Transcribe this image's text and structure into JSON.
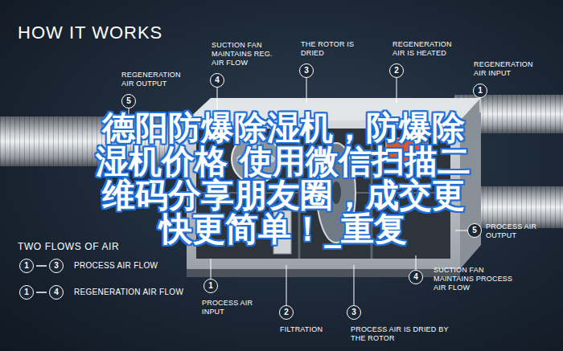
{
  "diagram": {
    "title": "HOW IT WORKS",
    "nodes": [
      {
        "text": [
          "REGENERATION AIR OUTPUT",
          "5"
        ]
      },
      {
        "text": [
          "SUCTION FAN MAINTAINS REG. AIR FLOW",
          "4"
        ]
      },
      {
        "text": [
          "THE ROTOR IS DRIED",
          "3"
        ]
      },
      {
        "text": [
          "REGENERATION AIR IS HEATED",
          "2"
        ]
      },
      {
        "text": [
          "REGENERATION AIR INPUT",
          "1"
        ]
      },
      {
        "text": [
          "5",
          "PROCESS AIR OUTPUT"
        ]
      },
      {
        "text": [
          "4",
          "SUCTION FAN MAINTAINS PROCESS AIR FLOW"
        ]
      },
      {
        "text": [
          "1",
          "PROCESS AIR INPUT"
        ]
      },
      {
        "text": [
          "2",
          "FILTRATION"
        ]
      },
      {
        "text": [
          "3",
          "PROCESS AIR IS DRIED BY THE ROTOR"
        ]
      },
      {
        "text": [
          "1"
        ]
      },
      {
        "text": [
          "3"
        ]
      },
      {
        "text": [
          "1"
        ]
      },
      {
        "text": [
          "4"
        ]
      }
    ],
    "edges": [
      {
        "from": 10,
        "to": 11,
        "arrow": "none"
      },
      {
        "from": 12,
        "to": 13,
        "arrow": "none"
      }
    ],
    "labels": [
      "TWO FLOWS OF AIR",
      "德阳防爆除湿机，防爆除湿机价格 使用微信扫描二维码分享朋友圈，成交更快更简单！_重复"
    ],
    "legend": [
      {
        "text": "PROCESS AIR FLOW"
      },
      {
        "text": "REGENERATION AIR FLOW"
      }
    ]
  }
}
